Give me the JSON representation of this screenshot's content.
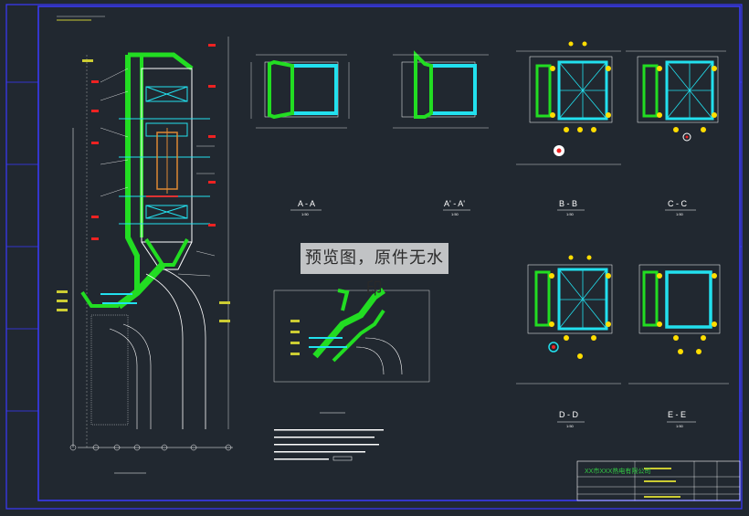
{
  "drawing": {
    "title_block_company": "XX市XXX热电有限公司",
    "watermark": "预览图，原件无水印",
    "section_labels": [
      "A - A",
      "A' - A'",
      "B - B",
      "C - C",
      "D - D",
      "E - E"
    ],
    "section_scales": [
      "1:50",
      "1:50",
      "1:50",
      "1:50",
      "1:50",
      "1:50"
    ],
    "colors": {
      "background": "#212830",
      "frame": "#3a3aff",
      "duct": "#22dd22",
      "equipment": "#22e0ee",
      "lines": "#ffffff",
      "markers": "#ee2222",
      "highlight": "#ffdd00"
    }
  }
}
